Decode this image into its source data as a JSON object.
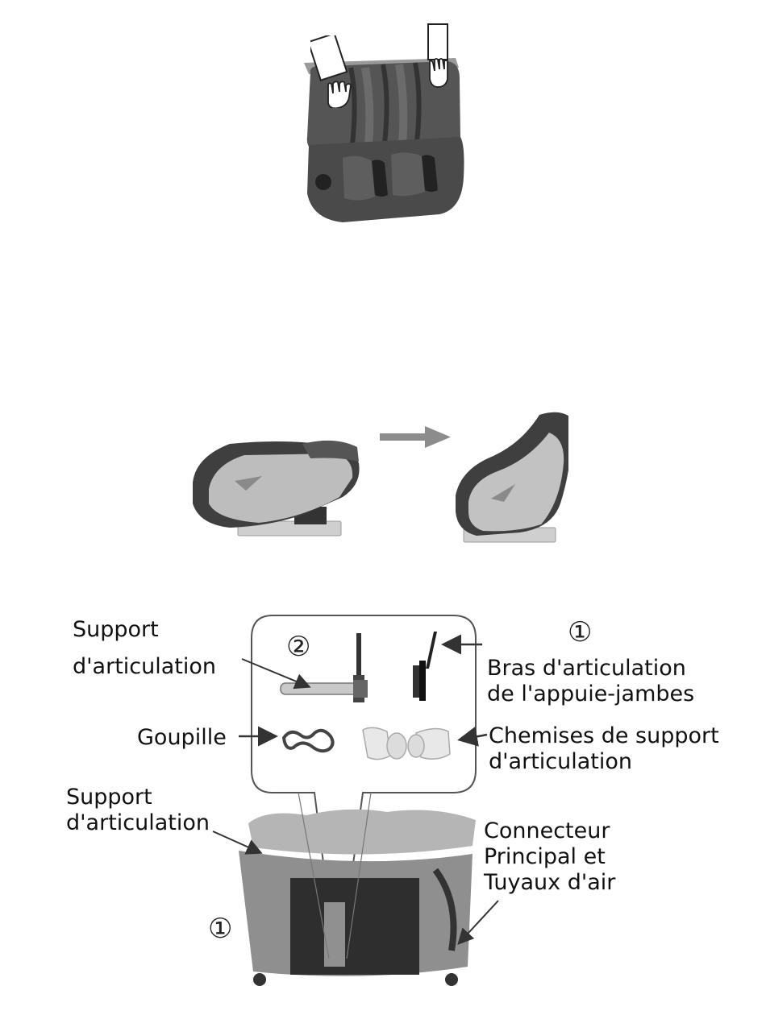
{
  "labels": {
    "support_top_1": "Support",
    "support_top_2": "d'articulation",
    "bras_1": "Bras d'articulation",
    "bras_2": "de l'appuie-jambes",
    "goupille": "Goupille",
    "chemises_1": "Chemises de support",
    "chemises_2": "d'articulation",
    "support_bottom_1": "Support",
    "support_bottom_2": "d'articulation",
    "connecteur_1": "Connecteur",
    "connecteur_2": "Principal et",
    "connecteur_3": "Tuyaux d'air"
  },
  "markers": {
    "circled_one": "①",
    "circled_two": "②",
    "circled_one_bottom": "①"
  },
  "icons": {
    "hand_left": "hand-icon",
    "hand_right": "hand-icon",
    "arrow": "arrow-right-icon"
  },
  "colors": {
    "leather_dark": "#4a4a4a",
    "leather_mid": "#6b6b6b",
    "shell_light": "#bdbdbd",
    "base_light": "#d4d4d4",
    "arrow": "#8c8c8c"
  }
}
